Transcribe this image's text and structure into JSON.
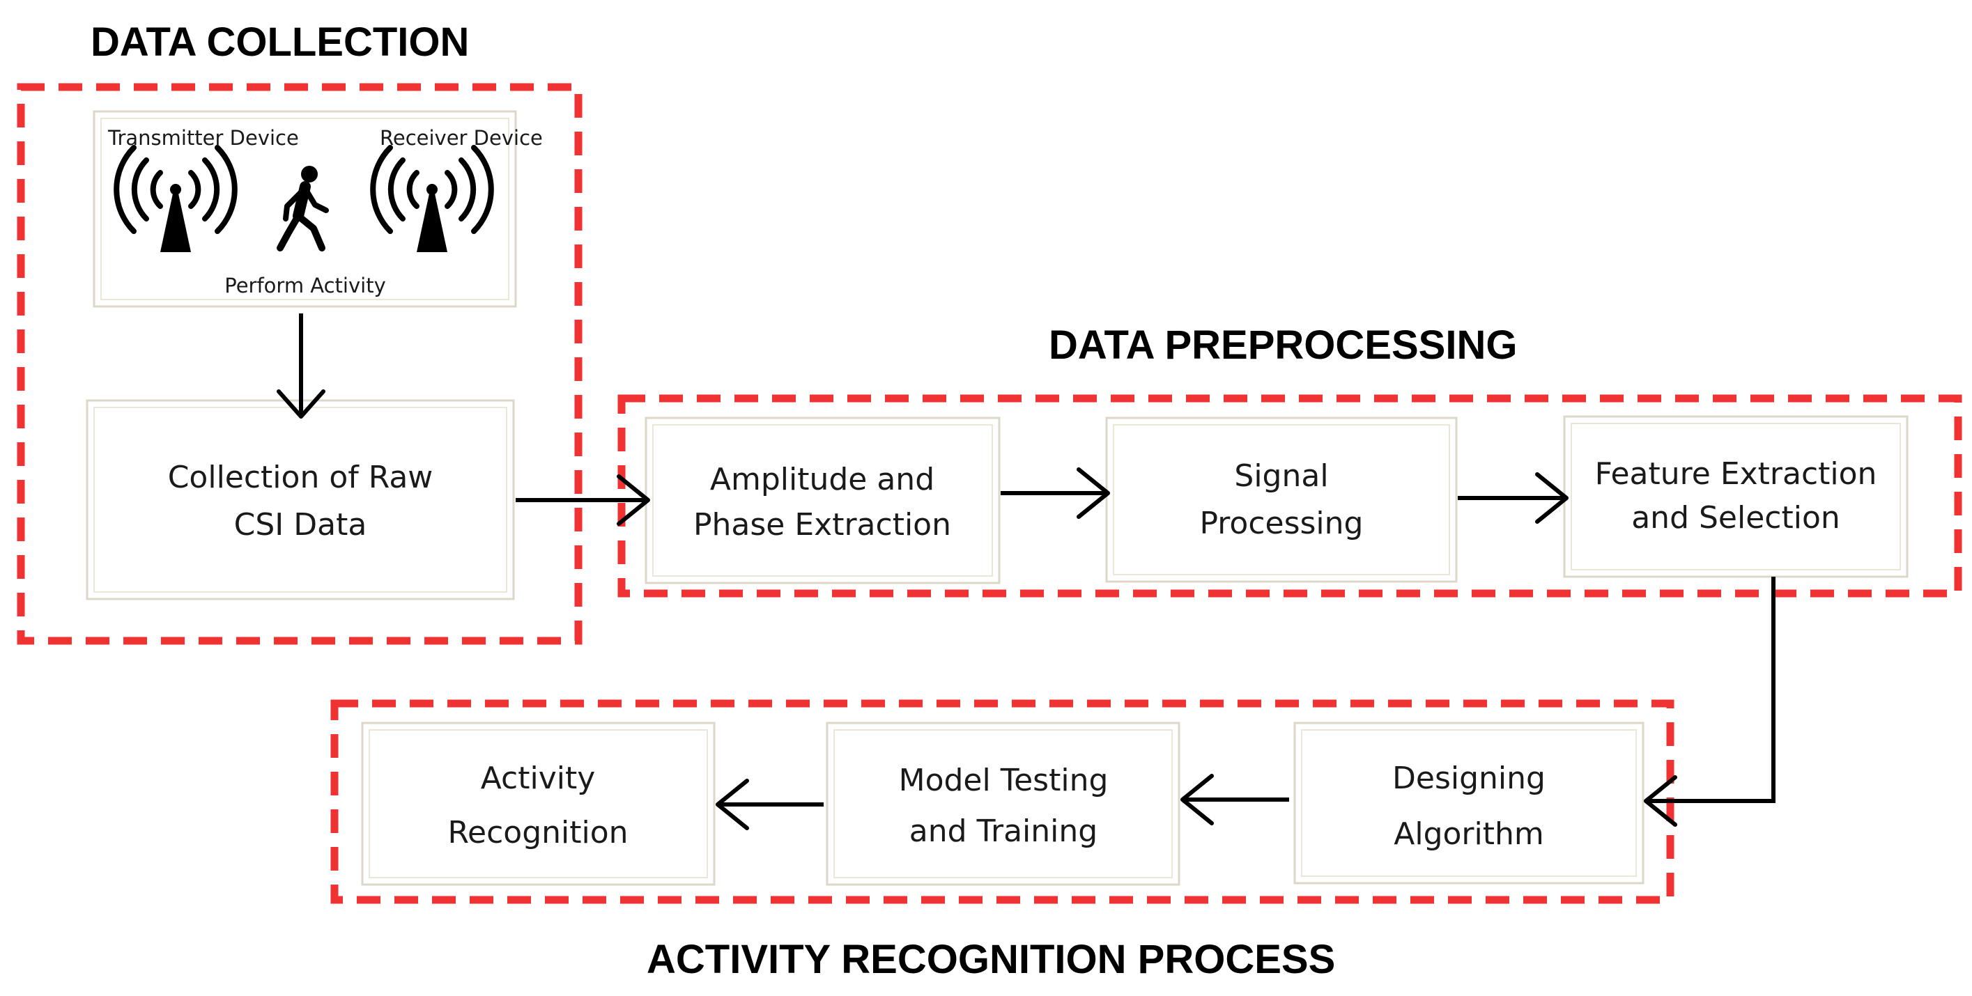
{
  "sections": {
    "data_collection": "DATA COLLECTION",
    "data_preprocessing": "DATA PREPROCESSING",
    "activity_recognition_process": "ACTIVITY RECOGNITION PROCESS"
  },
  "collection_panel": {
    "transmitter_label": "Transmitter Device",
    "receiver_label": "Receiver Device",
    "activity_label": "Perform Activity"
  },
  "boxes": {
    "raw_csi": [
      "Collection of Raw",
      "CSI Data"
    ],
    "amplitude_phase": [
      "Amplitude and",
      "Phase Extraction"
    ],
    "signal_processing": [
      "Signal",
      "Processing"
    ],
    "feature_extraction": [
      "Feature Extraction",
      "and Selection"
    ],
    "designing_algorithm": [
      "Designing",
      "Algorithm"
    ],
    "model_testing": [
      "Model Testing",
      "and Training"
    ],
    "activity_recognition": [
      "Activity",
      "Recognition"
    ]
  },
  "colors": {
    "section_frame": "#f03232",
    "box_border": "#dcd7c8",
    "arrow": "#000000"
  },
  "icons": {
    "transmitter": "wifi-antenna-icon",
    "receiver": "wifi-antenna-icon",
    "person": "walking-person-icon"
  }
}
